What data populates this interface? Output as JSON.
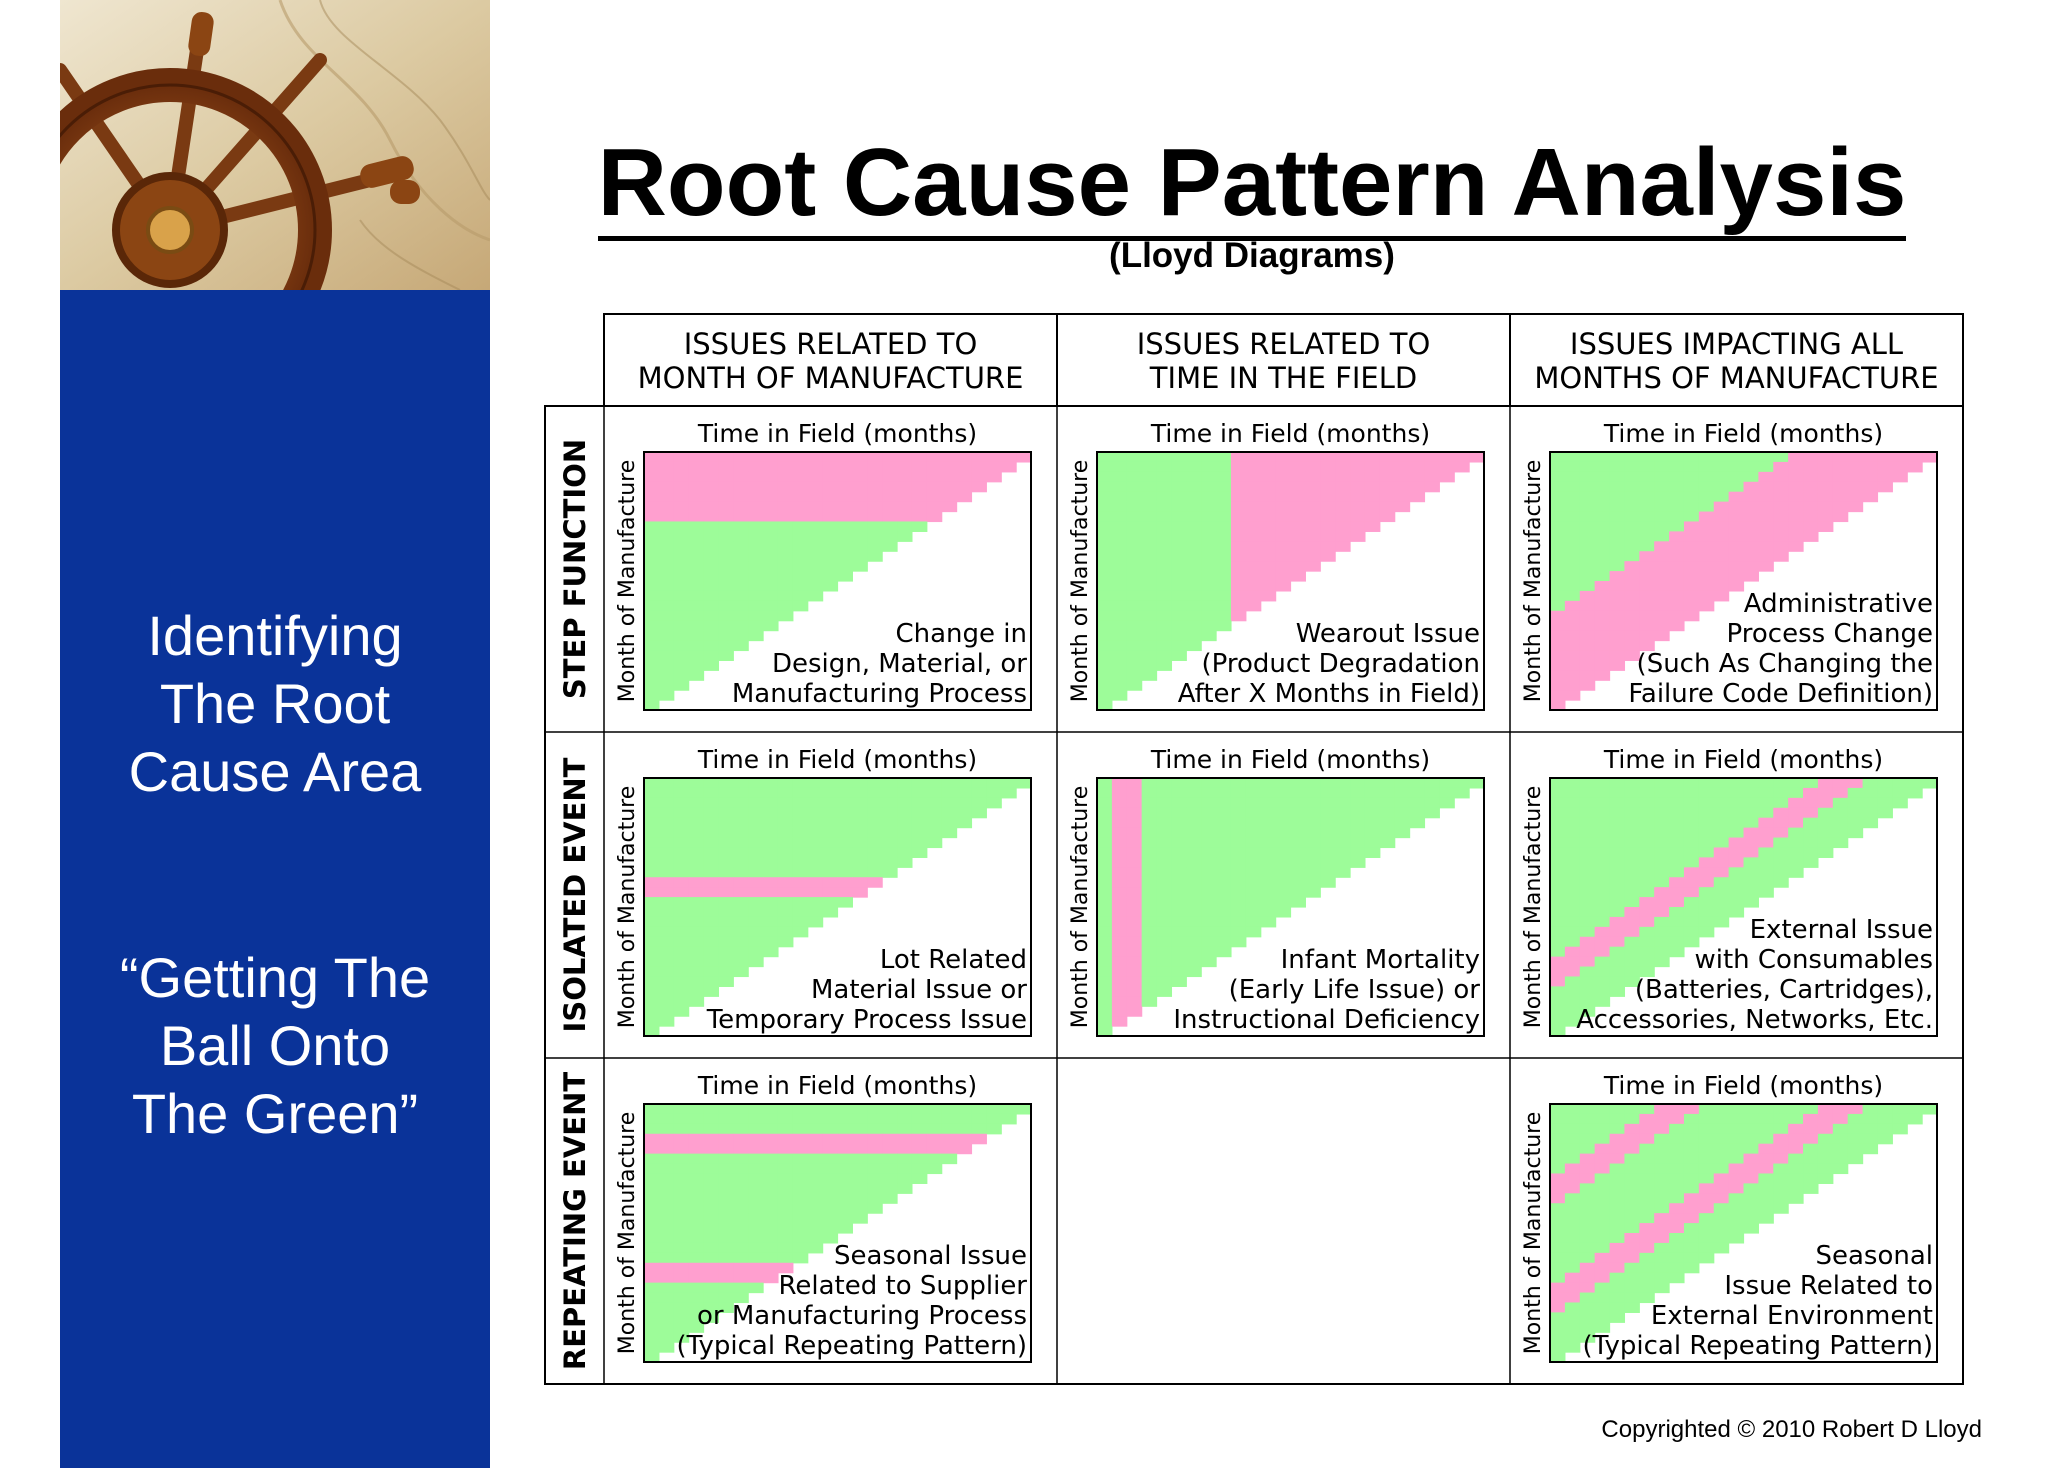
{
  "sidebar": {
    "lines_1": [
      "Identifying",
      "The Root",
      "Cause Area"
    ],
    "lines_2": [
      "“Getting The",
      "Ball Onto",
      "The Green”"
    ]
  },
  "title": "Root Cause Pattern Analysis",
  "subtitle": "(Lloyd Diagrams)",
  "columns": [
    [
      "ISSUES RELATED TO",
      "MONTH OF MANUFACTURE"
    ],
    [
      "ISSUES RELATED TO",
      "TIME IN THE FIELD"
    ],
    [
      "ISSUES IMPACTING ALL",
      "MONTHS OF MANUFACTURE"
    ]
  ],
  "rows": [
    "STEP FUNCTION",
    "ISOLATED EVENT",
    "REPEATING EVENT"
  ],
  "axis": {
    "x_label": "Time in Field (months)",
    "y_label": "Month of Manufacture"
  },
  "colors": {
    "affected": "#ff9fcf",
    "normal": "#9dfc99",
    "border": "#000000",
    "sidebar": "#0a3399"
  },
  "diagrams": [
    {
      "id": "r1c1",
      "pattern": "rows",
      "bands": [
        [
          0,
          0.26
        ]
      ],
      "caption": [
        "Change in",
        "Design, Material, or",
        "Manufacturing Process"
      ]
    },
    {
      "id": "r1c2",
      "pattern": "cols",
      "bands": [
        [
          0.35,
          1.0
        ]
      ],
      "caption": [
        "Wearout Issue",
        "(Product Degradation",
        "After X Months in Field)"
      ]
    },
    {
      "id": "r1c3",
      "pattern": "diag",
      "bands": [
        [
          0.62,
          1.0
        ]
      ],
      "caption": [
        "Administrative",
        "Process Change",
        "(Such As Changing the",
        "Failure Code Definition)"
      ]
    },
    {
      "id": "r2c1",
      "pattern": "rows",
      "bands": [
        [
          0.39,
          0.47
        ]
      ],
      "caption": [
        "Lot Related",
        "Material Issue or",
        "Temporary Process Issue"
      ]
    },
    {
      "id": "r2c2",
      "pattern": "cols",
      "bands": [
        [
          0.04,
          0.13
        ]
      ],
      "caption": [
        "Infant Mortality",
        "(Early Life Issue) or",
        "Instructional Deficiency"
      ]
    },
    {
      "id": "r2c3",
      "pattern": "diag",
      "bands": [
        [
          0.68,
          0.82
        ]
      ],
      "caption": [
        "External Issue",
        "with Consumables",
        "(Batteries, Cartridges),",
        "Accessories, Networks, Etc."
      ]
    },
    {
      "id": "r3c1",
      "pattern": "rows",
      "bands": [
        [
          0.13,
          0.21
        ],
        [
          0.6,
          0.68
        ]
      ],
      "caption": [
        "Seasonal Issue",
        "Related to Supplier",
        "or Manufacturing Process",
        "(Typical Repeating Pattern)"
      ]
    },
    {
      "id": "r3c3",
      "pattern": "diag",
      "bands": [
        [
          0.68,
          0.8
        ],
        [
          0.27,
          0.39
        ]
      ],
      "caption": [
        "Seasonal",
        "Issue Related to",
        "External Environment",
        "(Typical Repeating Pattern)"
      ]
    }
  ],
  "copyright": "Copyrighted © 2010 Robert D Lloyd"
}
